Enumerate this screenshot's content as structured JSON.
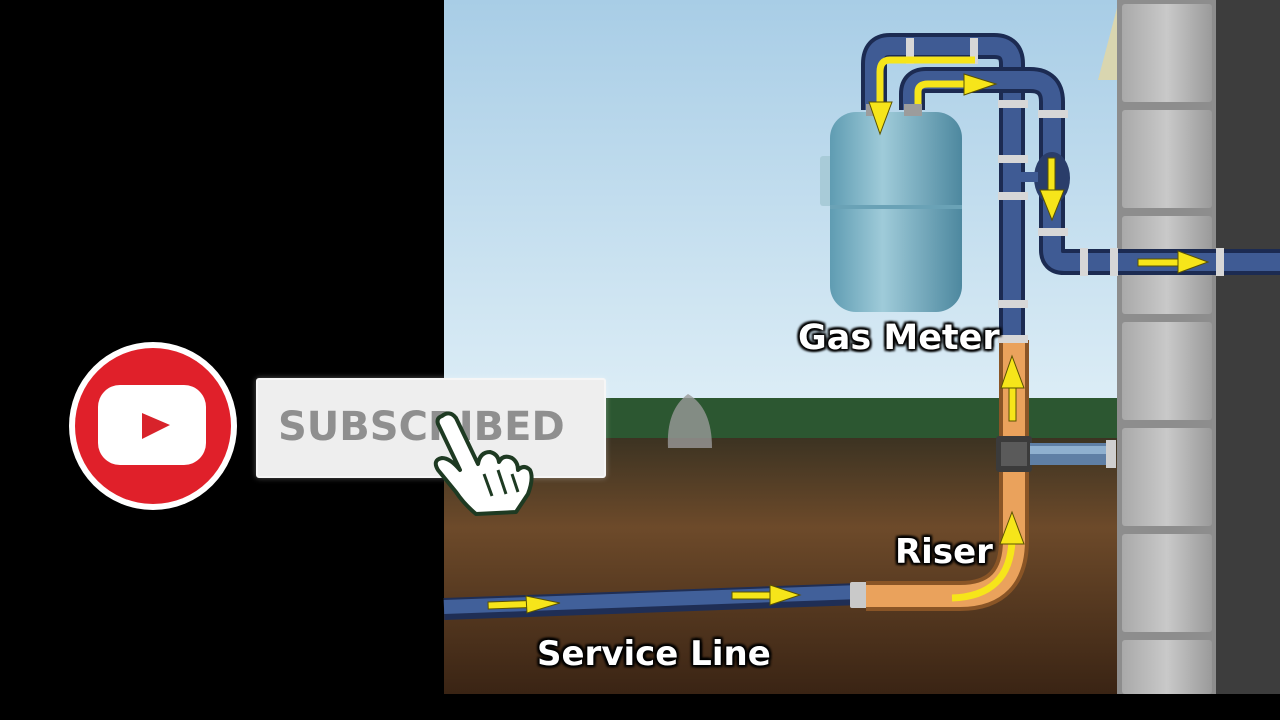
{
  "labels": {
    "gas_meter": "Gas Meter",
    "riser": "Riser",
    "service_line": "Service Line"
  },
  "subscribe_badge": {
    "text": "SUBSCRIBED"
  },
  "icons": [
    "youtube-logo-icon",
    "hand-cursor-icon",
    "flow-arrow-icon"
  ],
  "colors": {
    "sky_top": "#a9cfe8",
    "sky_bottom": "#dbecf5",
    "grass": "#2f5a33",
    "soil": "#5a3a22",
    "pipe_blue": "#3f5a8c",
    "pipe_copper": "#e8a05a",
    "arrow": "#f6e51a",
    "meter": "#7fb5c8",
    "wall": "#b9b9b9",
    "youtube_red": "#e0202a"
  }
}
